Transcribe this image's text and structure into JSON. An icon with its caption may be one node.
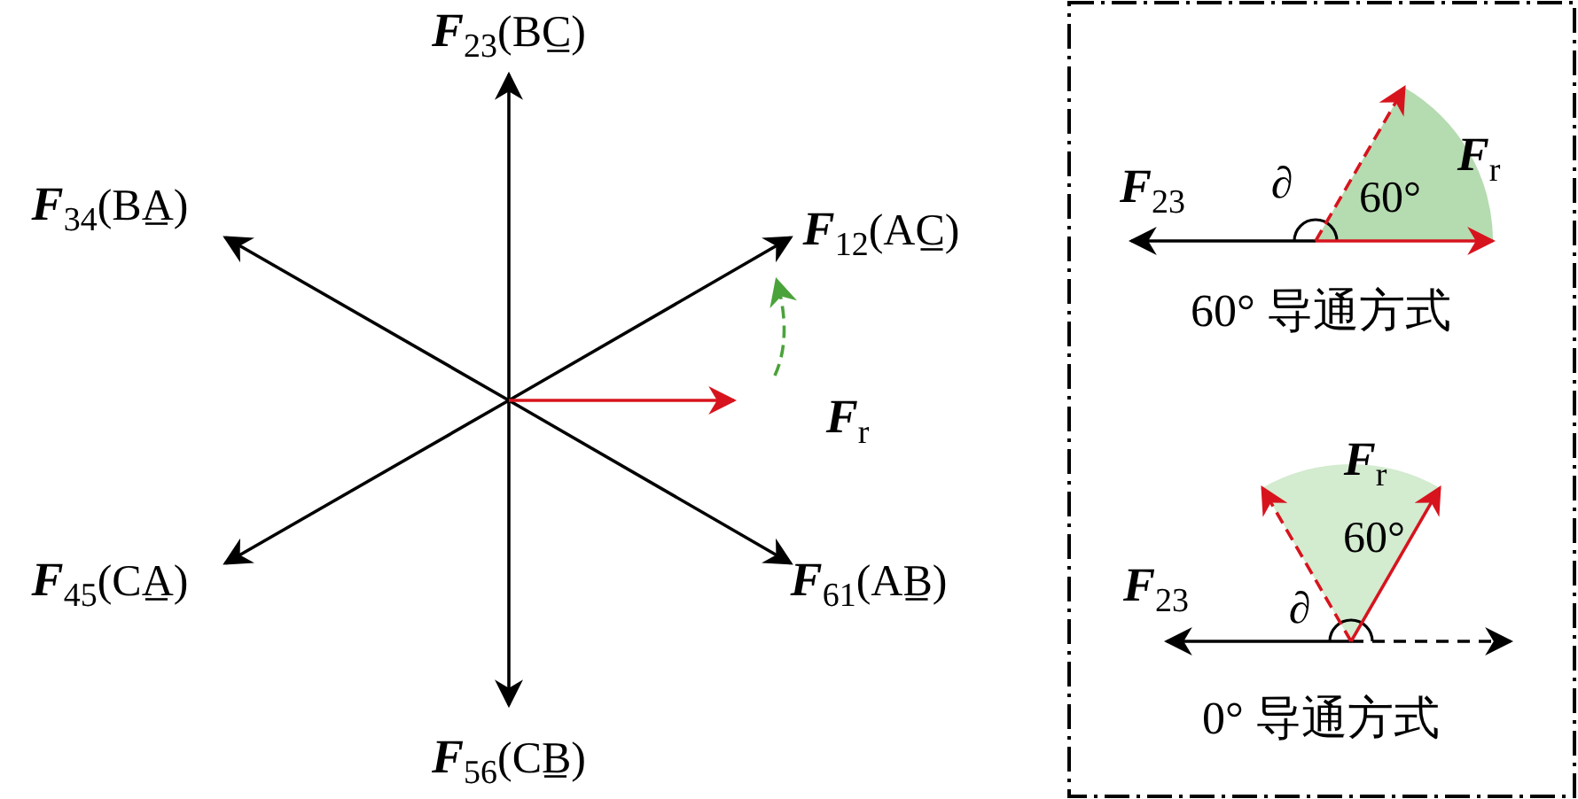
{
  "diagram": {
    "labels": [
      "**F**$_{23}$(BC̲)",
      "**F**$_{34}$(BA̲)",
      "**F**$_{12}$(AC̲)",
      "**F**$_{r}$",
      "**F**$_{45}$(CA̲)",
      "**F**$_{61}$(AB̲)",
      "**F**$_{56}$(CB̲)",
      "**F**$_{r}$",
      "**F**$_{23}$",
      "∂",
      "60°",
      "60° 导通方式",
      "**F**$_{r}$",
      "60°",
      "**F**$_{23}$",
      "∂",
      "0° 导通方式"
    ]
  }
}
